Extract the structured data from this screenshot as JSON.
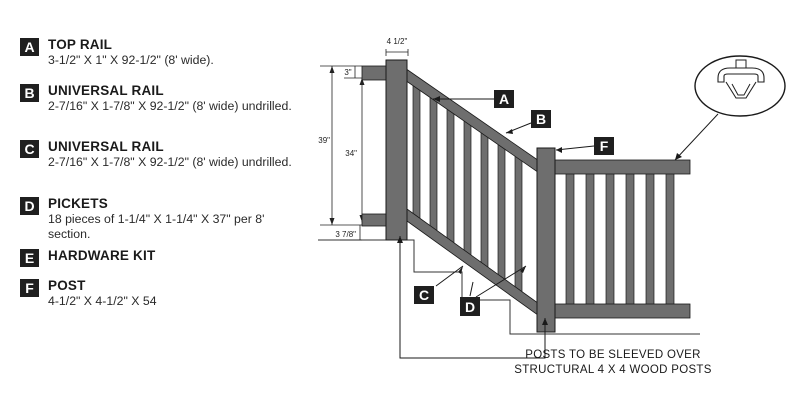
{
  "legend": [
    {
      "letter": "A",
      "title": "TOP RAIL",
      "desc": "3-1/2\" X 1\" X 92-1/2\" (8' wide)."
    },
    {
      "letter": "B",
      "title": "UNIVERSAL RAIL",
      "desc": "2-7/16\" X 1-7/8\" X 92-1/2\" (8' wide) undrilled."
    },
    {
      "letter": "C",
      "title": "UNIVERSAL RAIL",
      "desc": "2-7/16\" X 1-7/8\" X 92-1/2\" (8' wide) undrilled."
    },
    {
      "letter": "D",
      "title": "PICKETS",
      "desc": "18 pieces of 1-1/4\" X 1-1/4\" X 37\" per 8' section."
    },
    {
      "letter": "E",
      "title": "HARDWARE KIT",
      "desc": ""
    },
    {
      "letter": "F",
      "title": "POST",
      "desc": "4-1/2\" X 4-1/2\" X 54"
    }
  ],
  "dimensions": {
    "post_width": "4 1/2\"",
    "top_gap": "3\"",
    "overall_height": "39\"",
    "rail_spacing": "34\"",
    "bottom_gap": "3 7/8\""
  },
  "callouts": {
    "a": "A",
    "b": "B",
    "c": "C",
    "d_left": "D",
    "d_right": "D",
    "f": "F"
  },
  "note": {
    "line1": "POSTS TO BE SLEEVED OVER",
    "line2": "STRUCTURAL 4 X 4 WOOD POSTS"
  },
  "colors": {
    "rail": "#6e6e6e",
    "outline": "#1a1a1a",
    "badge": "#1f1f1f"
  }
}
